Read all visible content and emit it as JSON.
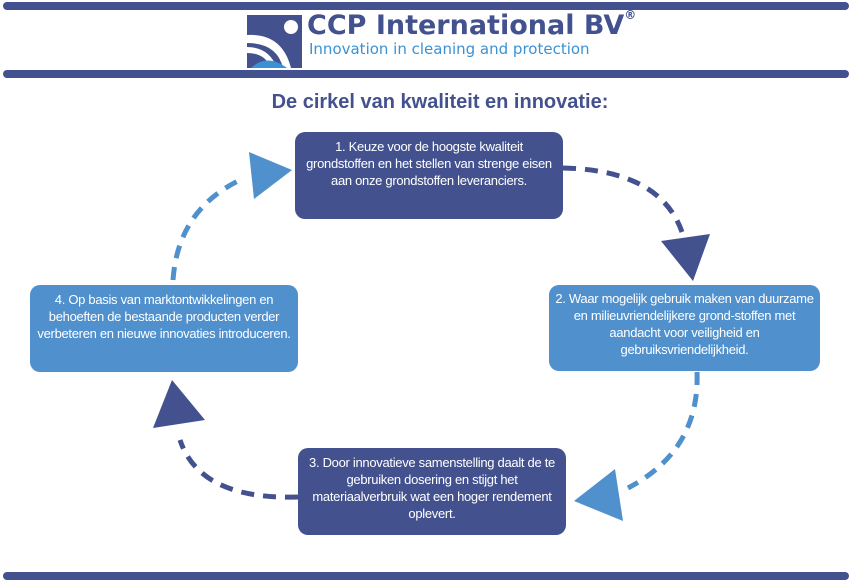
{
  "header": {
    "brand": "CCP International BV",
    "registered": "®",
    "tagline": "Innovation in cleaning and protection"
  },
  "title": "De cirkel van kwaliteit en innovatie:",
  "steps": [
    {
      "text": "1. Keuze voor de hoogste kwaliteit grondstoffen en het stellen van strenge eisen aan onze grondstoffen leveranciers."
    },
    {
      "text": "2. Waar mogelijk gebruik maken van duurzame en milieuvriendelijkere grond-stoffen met aandacht voor veiligheid en gebruiksvriendelijkheid."
    },
    {
      "text": "3. Door innovatieve samenstelling daalt de te gebruiken dosering en stijgt het materiaalverbruik wat een hoger rendement oplevert."
    },
    {
      "text": "4. Op basis van marktontwikkelingen en behoeften de bestaande producten verder verbeteren en nieuwe innovaties introduceren."
    }
  ],
  "colors": {
    "dark": "#43528f",
    "light": "#4f90cd"
  }
}
